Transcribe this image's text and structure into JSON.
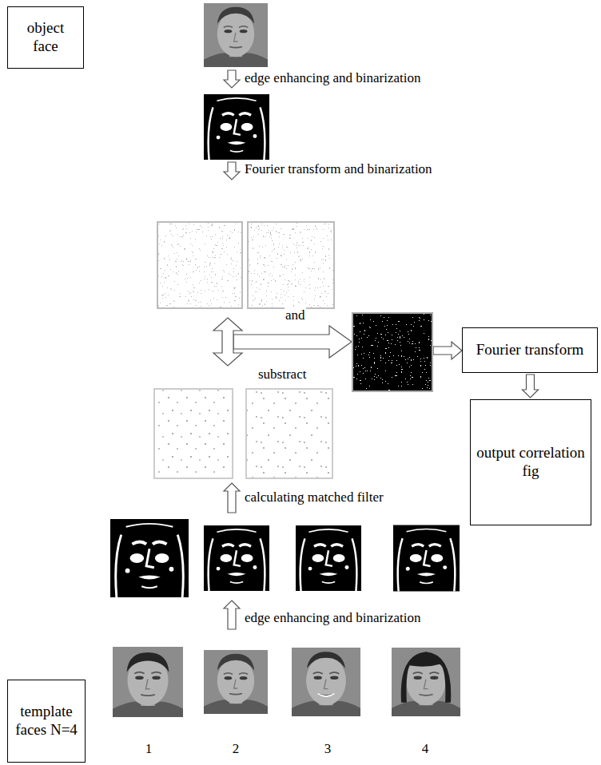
{
  "diagram": {
    "nodes": [
      {
        "text": [
          "object face"
        ]
      },
      {
        "text": [
          "Fourier transform"
        ]
      },
      {
        "text": [
          "output correlation fig"
        ]
      },
      {
        "text": [
          "template faces N=4"
        ]
      }
    ],
    "edges": [
      {
        "from": 1,
        "to": 2,
        "arrow": "to"
      }
    ],
    "labels": [
      "edge enhancing and binarization",
      "Fourier transform and binarization",
      "and",
      "substract",
      "calculating matched filter",
      "edge enhancing and binarization",
      "1",
      "2",
      "3",
      "4"
    ]
  }
}
